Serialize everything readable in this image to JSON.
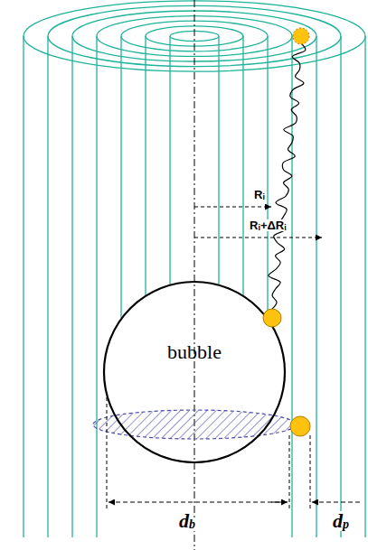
{
  "diagram": {
    "nodes": [
      {
        "text": [
          "bubble"
        ]
      }
    ],
    "edges": [],
    "labels": [
      "R",
      "i",
      "R",
      "i",
      "+ΔR",
      "i",
      "d",
      "b",
      "d",
      "p"
    ]
  }
}
